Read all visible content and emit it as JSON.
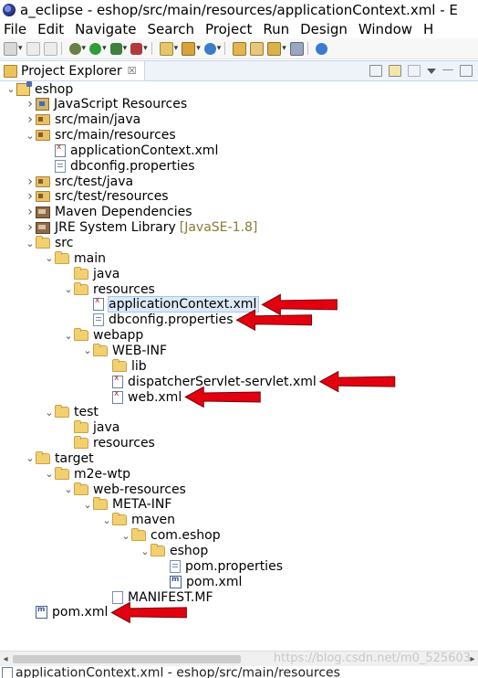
{
  "window": {
    "title": "a_eclipse - eshop/src/main/resources/applicationContext.xml - E"
  },
  "menu": [
    "File",
    "Edit",
    "Navigate",
    "Search",
    "Project",
    "Run",
    "Design",
    "Window",
    "H"
  ],
  "view": {
    "tab_label": "Project Explorer",
    "close_glyph": "☒"
  },
  "tree": [
    {
      "label": "eshop",
      "indent": 0,
      "expanded": true,
      "icon": "project-icon"
    },
    {
      "label": "JavaScript Resources",
      "indent": 1,
      "expanded": false,
      "icon": "javascript-resources-icon"
    },
    {
      "label": "src/main/java",
      "indent": 1,
      "expanded": false,
      "icon": "source-folder-icon"
    },
    {
      "label": "src/main/resources",
      "indent": 1,
      "expanded": true,
      "icon": "source-folder-icon"
    },
    {
      "label": "applicationContext.xml",
      "indent": 2,
      "leaf": true,
      "icon": "xml-file-icon"
    },
    {
      "label": "dbconfig.properties",
      "indent": 2,
      "leaf": true,
      "icon": "properties-file-icon"
    },
    {
      "label": "src/test/java",
      "indent": 1,
      "expanded": false,
      "icon": "source-folder-icon"
    },
    {
      "label": "src/test/resources",
      "indent": 1,
      "expanded": false,
      "icon": "source-folder-icon"
    },
    {
      "label": "Maven Dependencies",
      "indent": 1,
      "expanded": false,
      "icon": "library-icon"
    },
    {
      "label": "JRE System Library",
      "decor": "[JavaSE-1.8]",
      "indent": 1,
      "expanded": false,
      "icon": "library-icon"
    },
    {
      "label": "src",
      "indent": 1,
      "expanded": true,
      "icon": "folder-icon"
    },
    {
      "label": "main",
      "indent": 2,
      "expanded": true,
      "icon": "folder-icon"
    },
    {
      "label": "java",
      "indent": 3,
      "leaf": true,
      "icon": "folder-icon"
    },
    {
      "label": "resources",
      "indent": 3,
      "expanded": true,
      "icon": "folder-icon"
    },
    {
      "label": "applicationContext.xml",
      "indent": 4,
      "leaf": true,
      "icon": "xml-file-icon",
      "selected": true
    },
    {
      "label": "dbconfig.properties",
      "indent": 4,
      "leaf": true,
      "icon": "properties-file-icon"
    },
    {
      "label": "webapp",
      "indent": 3,
      "expanded": true,
      "icon": "folder-icon"
    },
    {
      "label": "WEB-INF",
      "indent": 4,
      "expanded": true,
      "icon": "folder-icon"
    },
    {
      "label": "lib",
      "indent": 5,
      "leaf": true,
      "icon": "folder-icon"
    },
    {
      "label": "dispatcherServlet-servlet.xml",
      "indent": 5,
      "leaf": true,
      "icon": "xml-file-icon"
    },
    {
      "label": "web.xml",
      "indent": 5,
      "leaf": true,
      "icon": "xml-file-icon"
    },
    {
      "label": "test",
      "indent": 2,
      "expanded": true,
      "icon": "folder-icon"
    },
    {
      "label": "java",
      "indent": 3,
      "leaf": true,
      "icon": "folder-icon"
    },
    {
      "label": "resources",
      "indent": 3,
      "leaf": true,
      "icon": "folder-icon"
    },
    {
      "label": "target",
      "indent": 1,
      "expanded": true,
      "icon": "folder-icon"
    },
    {
      "label": "m2e-wtp",
      "indent": 2,
      "expanded": true,
      "icon": "folder-icon"
    },
    {
      "label": "web-resources",
      "indent": 3,
      "expanded": true,
      "icon": "folder-icon"
    },
    {
      "label": "META-INF",
      "indent": 4,
      "expanded": true,
      "icon": "folder-icon"
    },
    {
      "label": "maven",
      "indent": 5,
      "expanded": true,
      "icon": "folder-icon"
    },
    {
      "label": "com.eshop",
      "indent": 6,
      "expanded": true,
      "icon": "folder-icon"
    },
    {
      "label": "eshop",
      "indent": 7,
      "expanded": true,
      "icon": "folder-icon"
    },
    {
      "label": "pom.properties",
      "indent": 8,
      "leaf": true,
      "icon": "properties-file-icon"
    },
    {
      "label": "pom.xml",
      "indent": 8,
      "leaf": true,
      "icon": "pom-file-icon"
    },
    {
      "label": "MANIFEST.MF",
      "indent": 5,
      "leaf": true,
      "icon": "manifest-file-icon"
    },
    {
      "label": "pom.xml",
      "indent": 1,
      "leaf": true,
      "icon": "pom-file-icon"
    }
  ],
  "annotation_arrow_rows": [
    14,
    15,
    19,
    20,
    34
  ],
  "colors": {
    "arrow": "#e3000f",
    "selection": "#dbe8f8"
  },
  "watermark": "https://blog.csdn.net/m0_525603",
  "status": {
    "text": "applicationContext.xml - eshop/src/main/resources"
  }
}
